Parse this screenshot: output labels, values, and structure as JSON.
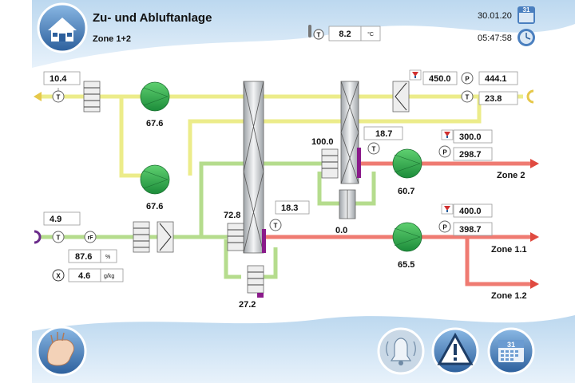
{
  "header": {
    "title": "Zu- und Abluftanlage",
    "zone": "Zone 1+2",
    "date": "30.01.20",
    "time": "05:47:58",
    "calendar_day": "31",
    "outdoor_temp": "8.2",
    "outdoor_unit": "°C"
  },
  "values": {
    "exhaust_out_temp": "10.4",
    "exhaust_fan_speed": "67.6",
    "supply_fan_speed_lower": "67.6",
    "exhaust_pressure_setpoint": "450.0",
    "exhaust_pressure_actual": "444.1",
    "exhaust_return_temp": "23.8",
    "heat_recovery_2": "100.0",
    "zone2_temp": "18.7",
    "zone2_pressure_setpoint": "300.0",
    "zone2_pressure_actual": "298.7",
    "zone2_fan_speed": "60.7",
    "outdoor_in_temp": "4.9",
    "humidity": "87.6",
    "humidity_unit": "%",
    "abs_humidity": "4.6",
    "abs_humidity_unit": "g/kg",
    "heat_recovery_1": "72.8",
    "supply_temp": "18.3",
    "bypass_value": "0.0",
    "zone1_pressure_setpoint": "400.0",
    "zone1_pressure_actual": "398.7",
    "zone1_fan_speed": "65.5",
    "heater_value": "27.2"
  },
  "sensor_letters": {
    "t": "T",
    "p": "P",
    "rf": "rF",
    "x": "X"
  },
  "zones": {
    "zone2": "Zone 2",
    "zone11": "Zone 1.1",
    "zone12": "Zone 1.2"
  },
  "footer": {
    "calendar_day": "31"
  },
  "icons": [
    "home-icon",
    "calendar-icon",
    "clock-icon",
    "thermometer-icon",
    "hand-icon",
    "bell-icon",
    "warning-icon"
  ],
  "colors": {
    "exhaust_duct": "#ecec8a",
    "supply_cold_duct": "#b5dc8d",
    "supply_warm_duct": "#ef7b72",
    "fan": "#2aa84a",
    "accent": "#2a5d9a",
    "damper_active": "#8a1a8a"
  }
}
